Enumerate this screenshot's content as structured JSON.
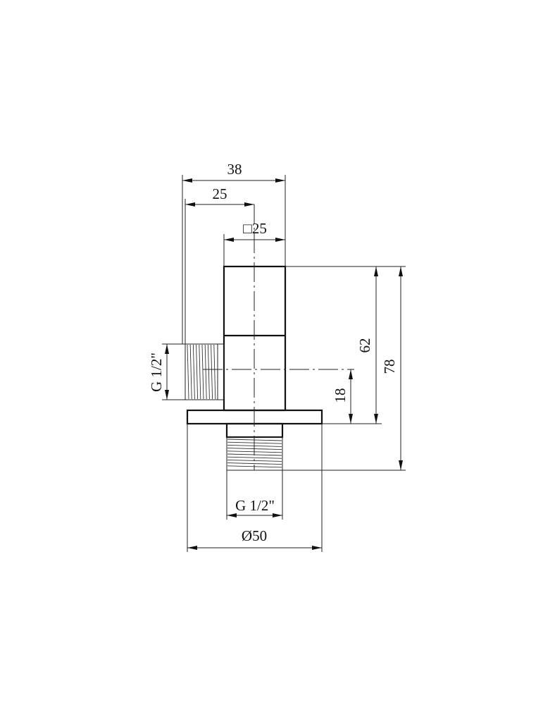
{
  "drawing": {
    "dimensions": {
      "overall_width": "38",
      "side_outlet_to_axis": "25",
      "square_body": "□25",
      "body_height": "62",
      "total_height": "78",
      "outlet_height": "18",
      "side_thread": "G 1/2\"",
      "bottom_thread": "G 1/2\"",
      "flange_diameter": "Ø50"
    },
    "colors": {
      "line": "#111111",
      "background": "#ffffff"
    }
  }
}
